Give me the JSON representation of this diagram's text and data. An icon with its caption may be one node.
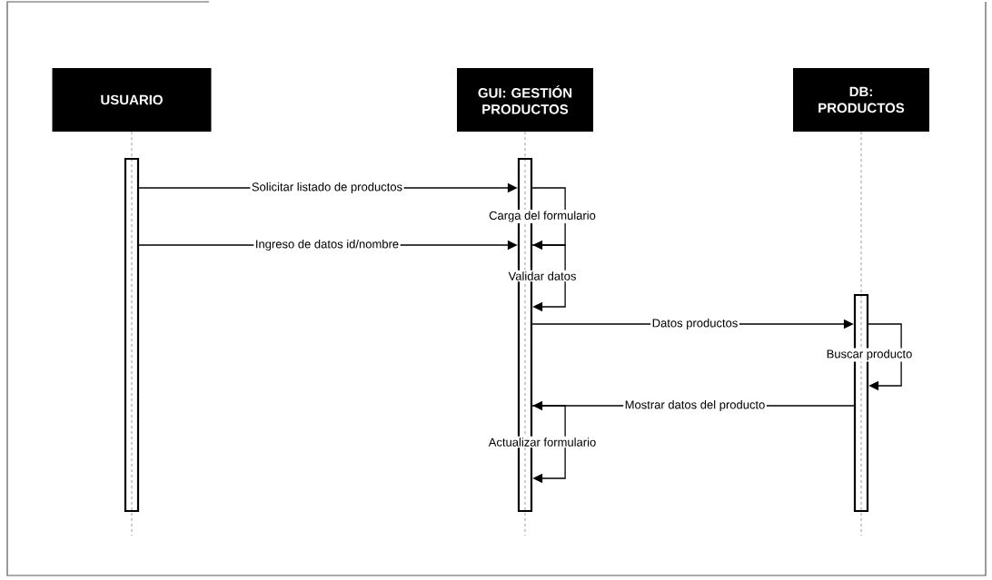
{
  "diagram": {
    "nodes": [
      {
        "text": [
          "USUARIO"
        ]
      },
      {
        "text": [
          "GUI: GESTIÓN PRODUCTOS"
        ]
      },
      {
        "text": [
          "DB: PRODUCTOS"
        ]
      },
      {
        "text": [],
        "shape": "bar"
      },
      {
        "text": [],
        "shape": "bar"
      },
      {
        "text": [],
        "shape": "bar"
      }
    ],
    "edges": [
      {
        "from": 0,
        "to": 3,
        "arrow": "none",
        "style": "dashed"
      },
      {
        "from": 1,
        "to": 4,
        "arrow": "none",
        "style": "dashed"
      },
      {
        "from": 2,
        "to": 5,
        "arrow": "none",
        "style": "dashed"
      },
      {
        "from": 3,
        "to": 4,
        "arrow": "to",
        "label": "Solicitar listado de productos"
      },
      {
        "from": 4,
        "to": 4,
        "arrow": "to",
        "label": "Carga del formulario"
      },
      {
        "from": 3,
        "to": 4,
        "arrow": "to",
        "label": "Ingreso de datos id/nombre"
      },
      {
        "from": 4,
        "to": 4,
        "arrow": "to",
        "label": "Validar datos"
      },
      {
        "from": 4,
        "to": 5,
        "arrow": "to",
        "label": "Datos productos"
      },
      {
        "from": 5,
        "to": 5,
        "arrow": "to",
        "label": "Buscar producto"
      },
      {
        "from": 5,
        "to": 4,
        "arrow": "to",
        "label": "Mostrar datos del producto"
      },
      {
        "from": 4,
        "to": 4,
        "arrow": "to",
        "label": "Actualizar formulario"
      }
    ]
  }
}
